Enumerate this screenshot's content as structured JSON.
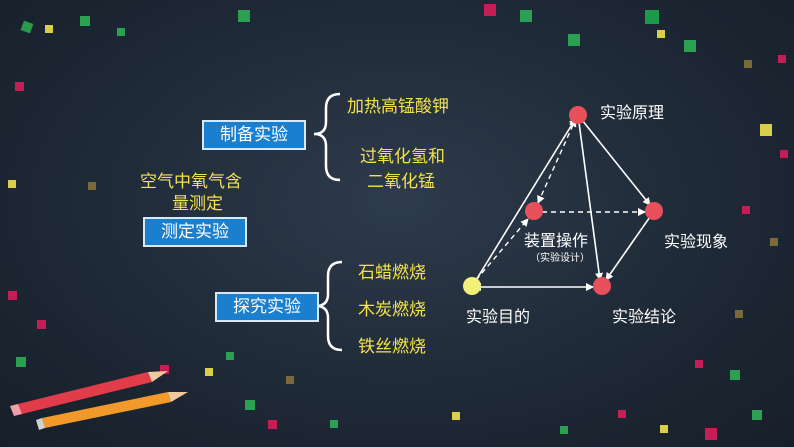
{
  "left": {
    "prep_box": "制备实验",
    "prep_items": [
      "加热高锰酸钾",
      "过氧化氢和",
      "二氧化锰"
    ],
    "measure_text": [
      "空气中氧气含",
      "量测定"
    ],
    "measure_box": "测定实验",
    "explore_box": "探究实验",
    "explore_items": [
      "石蜡燃烧",
      "木炭燃烧",
      "铁丝燃烧"
    ]
  },
  "diagram": {
    "principle": "实验原理",
    "operation": "装置操作",
    "operation_sub": "（实验设计）",
    "phenomenon": "实验现象",
    "purpose": "实验目的",
    "conclusion": "实验结论"
  },
  "colors": {
    "box_blue": "#1b7fcf",
    "label_yellow": "#f3e34a",
    "node_red": "#e8505b",
    "node_yellow": "#f3f07a"
  }
}
